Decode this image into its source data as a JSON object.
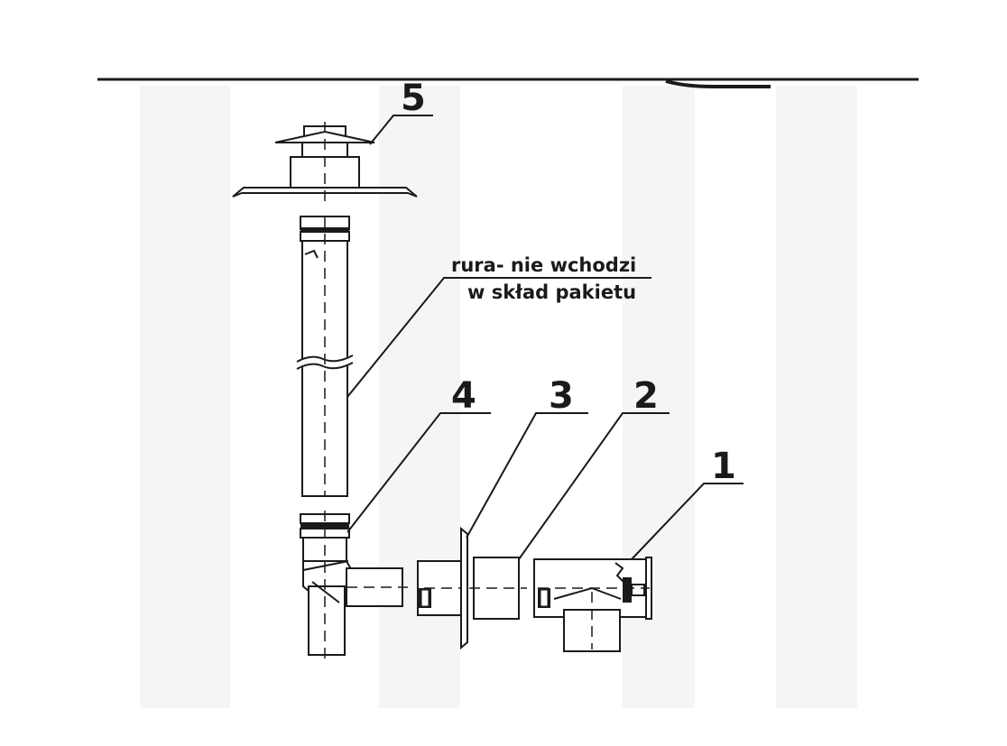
{
  "labels": {
    "part_1": "1",
    "part_2": "2",
    "part_3": "3",
    "part_4": "4",
    "part_5": "5"
  },
  "note": {
    "line_1": "rura- nie wchodzi",
    "line_2": "w skład pakietu"
  }
}
